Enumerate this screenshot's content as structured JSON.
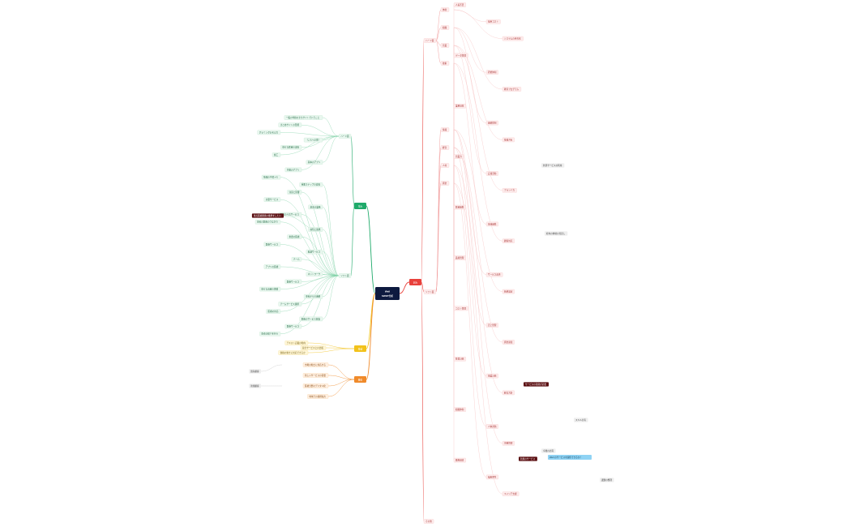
{
  "central": {
    "line1": "Well",
    "line2": "SWOT分析"
  },
  "branches": {
    "strength": "強み",
    "weakness": "弱み",
    "threat": "脅威",
    "opportunity": "機会"
  },
  "strength": {
    "sub": [
      "ハード面",
      "ソフト面"
    ],
    "items": [
      "一般の年齢のまちサイトでいうこと",
      "まとめサイトの形態",
      "グラミングの考え方",
      "（ころへの体）",
      "様々な医療の変換",
      "施工",
      "基本のアプリ",
      "主要のアプリ",
      "情報の学習メモ",
      "重要ステップの変換",
      "注意と影響",
      "主要サービス",
      "基本の業務",
      "現場の人気サービス",
      "患者の医療のつながり",
      "病院と連携",
      "重要の医療",
      "医療サービス",
      "看護サービス",
      "チーム",
      "アプリの医療",
      "ネットワーク",
      "医療サービス",
      "様々な治療の体験",
      "患者からの連絡",
      "チームサービス連携",
      "医療の対応",
      "医療のサービス提案",
      "医療サービス",
      "患者の紹介を行う"
    ],
    "highlight": "重点医療関係の推薦をしたい"
  },
  "threat": {
    "items": [
      "テキスト記載の動向",
      "競合サービスとの比較",
      "価格の動きに対応できるか"
    ]
  },
  "opportunity": {
    "items": [
      "市場の動きに対応する",
      "新しいサービスの需要",
      "医療分野のデジタル化",
      "地域での連携拡大"
    ],
    "side": [
      "既存顧客",
      "新規顧客"
    ]
  },
  "weakness": {
    "sub": [
      "ハード面",
      "ソフト面",
      "その他"
    ],
    "groups": [
      "体制",
      "組織",
      "営業",
      "技術",
      "情報",
      "経営",
      "人材",
      "資金"
    ],
    "items": [
      "人員不足",
      "採用コスト",
      "システムの老朽化",
      "データ管理",
      "研修体制",
      "教育プログラム",
      "業務効率",
      "連絡体制",
      "情報共有",
      "営業力",
      "広報活動",
      "ブランド力",
      "医療連携",
      "地域連携",
      "顧客対応",
      "品質管理",
      "サービス改善",
      "価格設定",
      "コスト管理",
      "売上管理",
      "資金調達",
      "投資計画",
      "事業計画",
      "経営方針",
      "組織体制",
      "人事評価",
      "労務管理",
      "職場環境",
      "福利厚生",
      "キャリア支援"
    ],
    "notes": [
      "外部サービスの利用",
      "社内の体制の見直し",
      "スキル共有",
      "今後の計画",
      "課題の整理"
    ],
    "highlights": [
      "サービスの強化が必要",
      "新規のサービス"
    ],
    "callout": "Well のサービスを提供できるか？"
  }
}
